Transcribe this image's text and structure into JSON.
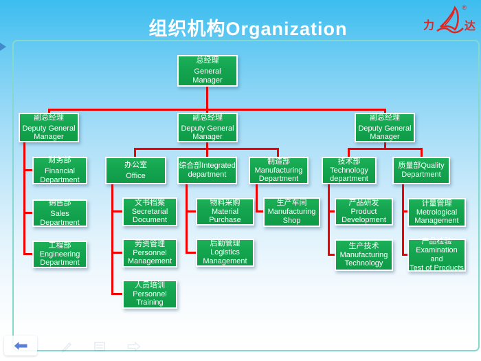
{
  "title": "组织机构Organization",
  "logo": {
    "left_char": "力",
    "right_char": "达",
    "registered_mark": "®"
  },
  "colors": {
    "box_green": "#14a44f",
    "box_border": "#ffffff",
    "connector_red": "#f20000",
    "frame_teal": "#85d8ce",
    "background_top_blue": "#3cbdef",
    "title_white": "#ffffff",
    "logo_red": "#e32421",
    "nav_arrow_blue": "#5b7fd4"
  },
  "org": {
    "gm": {
      "l1": "总经理",
      "l2": "General",
      "l3": "Manager"
    },
    "deputy_left": {
      "l1": "副总经理",
      "l2": "Deputy General",
      "l3": "Manager"
    },
    "deputy_mid": {
      "l1": "副总经理",
      "l2": "Deputy General",
      "l3": "Manager"
    },
    "deputy_right": {
      "l1": "副总经理",
      "l2": "Deputy General",
      "l3": "Manager"
    },
    "finance": {
      "l1": "财务部",
      "l2": "Financial",
      "l3": "Department"
    },
    "sales": {
      "l1": "销售部",
      "l2": "Sales",
      "l3": "Department"
    },
    "engineering": {
      "l1": "工程部",
      "l2": "Engineering",
      "l3": "Department"
    },
    "office": {
      "l1": "办公室",
      "l2": "Office"
    },
    "integrated": {
      "l1": "综合部Integrated",
      "l2": "department"
    },
    "manufacturing": {
      "l1": "制造部",
      "l2": "Manufacturing",
      "l3": "Department"
    },
    "technology": {
      "l1": "技术部",
      "l2": "Technology",
      "l3": "department"
    },
    "quality": {
      "l1": "质量部Quality",
      "l2": "Department"
    },
    "secretarial": {
      "l1": "文书档案",
      "l2": "Secretarial",
      "l3": "Document"
    },
    "personnel_mgmt": {
      "l1": "劳资管理",
      "l2": "Personnel",
      "l3": "Management"
    },
    "personnel_training": {
      "l1": "人员培训",
      "l2": "Personnel",
      "l3": "Training"
    },
    "material": {
      "l1": "物料采购Material",
      "l2": "Purchase"
    },
    "logistics": {
      "l1": "后勤管理Logistics",
      "l2": "Management"
    },
    "shop": {
      "l1": "生产车间",
      "l2": "Manufacturing",
      "l3": "Shop"
    },
    "product_dev": {
      "l1": "产品研发Product",
      "l2": "Development"
    },
    "mfg_tech": {
      "l1": "生产技术",
      "l2": "Manufacturing",
      "l3": "Technology"
    },
    "metrological": {
      "l1": "计量管理",
      "l2": "Metrological",
      "l3": "Management"
    },
    "examination": {
      "l1": "产品检验",
      "l2": "Examination and",
      "l3": "Test of Products"
    }
  }
}
